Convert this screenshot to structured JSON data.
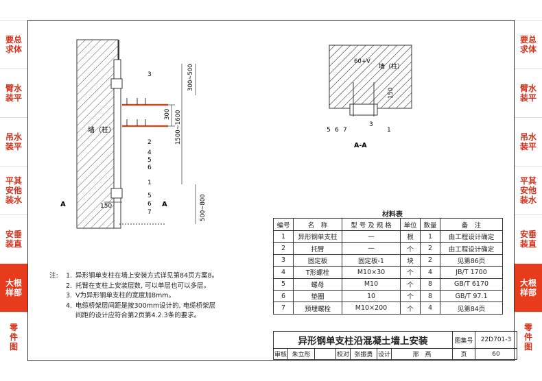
{
  "sidebar_left": [
    {
      "label": "要总\n求体",
      "active": false
    },
    {
      "label": "臂水\n装平",
      "active": false
    },
    {
      "label": "吊水\n装平",
      "active": false
    },
    {
      "label": "平其\n安他\n装水",
      "active": false
    },
    {
      "label": "安垂\n装直",
      "active": false
    },
    {
      "label": "大根\n样部",
      "active": true
    },
    {
      "label": "零\n件\n图",
      "active": false
    }
  ],
  "sidebar_right": [
    {
      "label": "要总\n求体",
      "active": false
    },
    {
      "label": "臂水\n装平",
      "active": false
    },
    {
      "label": "吊水\n装平",
      "active": false
    },
    {
      "label": "平其\n安他\n装水",
      "active": false
    },
    {
      "label": "安垂\n装直",
      "active": false
    },
    {
      "label": "大根\n样部",
      "active": true
    },
    {
      "label": "零\n件\n图",
      "active": false
    }
  ],
  "drawing_left": {
    "wall_label": "墙（柱）",
    "dim_300_500": "300~500",
    "dim_300": "300",
    "dim_1500_1600": "1500~1600",
    "dim_500_800": "500~800",
    "dim_150": "150",
    "section_mark": "A",
    "callouts": [
      "3",
      "2",
      "4",
      "5",
      "6",
      "1",
      "5",
      "6",
      "7"
    ]
  },
  "drawing_section": {
    "dim_top": "60+V",
    "wall_label": "墙（柱）",
    "dim_150": "150",
    "callouts_left": [
      "5",
      "6",
      "7"
    ],
    "callouts_right": [
      "3",
      "1"
    ],
    "section_title": "A-A"
  },
  "notes": {
    "label": "注:",
    "items": [
      {
        "num": "1.",
        "text": "异形钢单支柱在墙上安装方式详见第84页方案8。"
      },
      {
        "num": "2.",
        "text": "托臂在支柱上安装层数, 可以单层也可以多层。"
      },
      {
        "num": "3.",
        "text": "V为异形钢单支柱的宽度加8mm。"
      },
      {
        "num": "4.",
        "text": "电缆桥架层间距是按300mm设计的, 电缆桥架层"
      },
      {
        "num": "",
        "text": "间距的设计应符合第2页第4.2.3条的要求。"
      }
    ]
  },
  "materials": {
    "title": "材料表",
    "headers": [
      "编号",
      "名　称",
      "型 号 及 规 格",
      "单位",
      "数量",
      "备　注"
    ],
    "rows": [
      [
        "1",
        "异形钢单支柱",
        "—",
        "根",
        "1",
        "由工程设计确定"
      ],
      [
        "2",
        "托臂",
        "—",
        "个",
        "2",
        "由工程设计确定"
      ],
      [
        "3",
        "固定板",
        "固定板-1",
        "块",
        "2",
        "见第86页"
      ],
      [
        "4",
        "T形螺栓",
        "M10×30",
        "个",
        "4",
        "JB/T 1700"
      ],
      [
        "5",
        "螺母",
        "M10",
        "个",
        "8",
        "GB/T 6170"
      ],
      [
        "6",
        "垫圈",
        "10",
        "个",
        "8",
        "GB/T 97.1"
      ],
      [
        "7",
        "预埋螺栓",
        "M10×200",
        "个",
        "4",
        "见第84页"
      ]
    ]
  },
  "title_block": {
    "title": "异形钢单支柱沿混凝土墙上安装",
    "atlas_label": "图集号",
    "atlas_no": "22D701-3",
    "review_label": "审核",
    "reviewer": "朱立彤",
    "check_label": "校对",
    "checker": "张振勇",
    "design_label": "设计",
    "designer": "邢　燕",
    "page_label": "页",
    "page_no": "60"
  }
}
